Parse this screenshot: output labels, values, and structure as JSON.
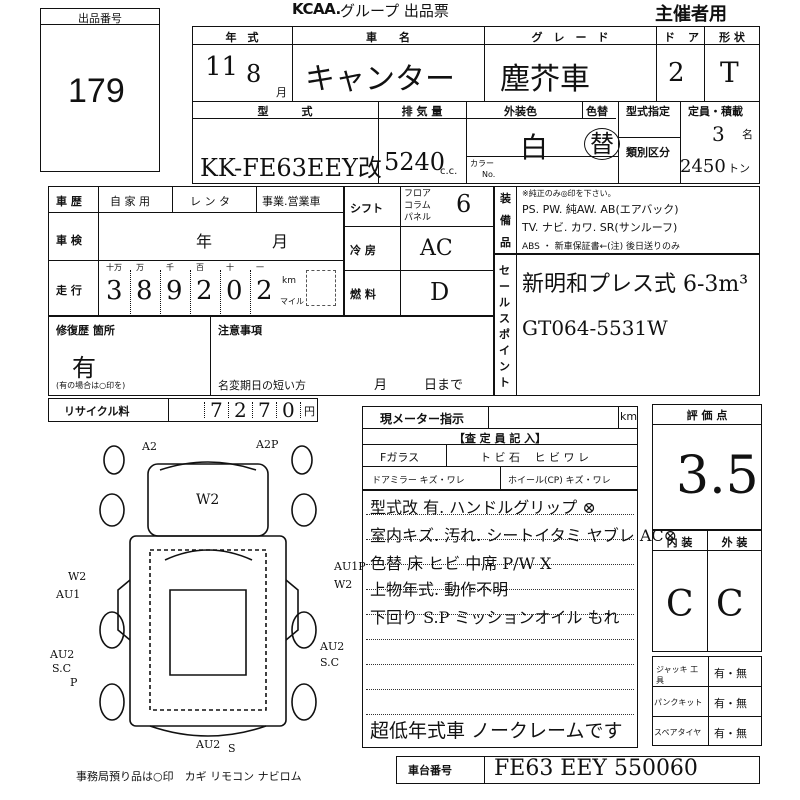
{
  "header": {
    "brand": "KCAA.",
    "subtitle": "グループ 出品票",
    "organizer": "主催者用"
  },
  "lot": {
    "label": "出品番号",
    "value": "179"
  },
  "vehicle": {
    "year_label": "年　式",
    "year_value": "11",
    "month_value": "8",
    "month_unit": "月",
    "name_label": "車　　名",
    "name_value": "キャンター",
    "grade_label": "グ　レ　ー　ド",
    "grade_value": "塵芥車",
    "doors_label": "ド",
    "doors_label2": "ア",
    "doors_value": "2",
    "shape_label": "形 状",
    "shape_value": "T",
    "model_label": "型　　　式",
    "model_value": "KK-FE63EEY改",
    "disp_label": "排 気 量",
    "disp_value": "5240",
    "disp_unit": "c.c.",
    "color_label": "外装色",
    "colorno_label": "色替",
    "color_value": "白",
    "color_change": "替",
    "color_code_label": "カラー",
    "color_code_label2": "No.",
    "type_designation_label": "型式指定",
    "class_label": "類別区分",
    "capacity_label": "定員・積載",
    "capacity_value": "3",
    "capacity_unit": "名",
    "load_value": "2450",
    "load_unit": "トン"
  },
  "history": {
    "label": "車 歴",
    "options": [
      "自 家 用",
      "レ ン タ",
      "事業.営業車"
    ],
    "inspection_label": "車 検",
    "inspection_year": "年",
    "inspection_month": "月",
    "mileage_label": "走 行",
    "mileage_units": [
      "十万",
      "万",
      "千",
      "百",
      "十",
      "一"
    ],
    "mileage_digits": [
      "3",
      "8",
      "9",
      "2",
      "0",
      "2"
    ],
    "km_label": "km",
    "mile_label": "マイル"
  },
  "equipment": {
    "shift_label": "シフト",
    "shift_options": [
      "フロア",
      "コラム",
      "パネル"
    ],
    "shift_value": "6",
    "ac_label": "冷 房",
    "ac_value": "AC",
    "fuel_label": "燃 料",
    "fuel_value": "D",
    "features_label": [
      "装",
      "備",
      "品"
    ],
    "features_note": "※純正のみ◎印を下さい。",
    "features_row1": "PS. PW. 純AW. AB(エアバック)",
    "features_row2": "TV. ナビ. カワ. SR(サンルーフ)",
    "features_row3": "ABS ・ 新車保証書←(注) 後日送りのみ"
  },
  "sales_point": {
    "label": [
      "セ",
      "ー",
      "ル",
      "ス",
      "ポ",
      "イ",
      "ン",
      "ト"
    ],
    "line1": "新明和プレス式 6-3m³",
    "line2": "GT064-5531W"
  },
  "repair": {
    "label": "修復歴 箇所",
    "value": "有",
    "note": "(有の場合は○印を)",
    "notes_label": "注意事項",
    "transfer_label": "名変期日の短い方",
    "transfer_month": "月",
    "transfer_day": "日まで"
  },
  "recycle": {
    "label": "リサイクル料",
    "digits": [
      "",
      "7",
      "2",
      "7",
      "0"
    ],
    "unit": "円"
  },
  "meter": {
    "label": "現メーター指示",
    "unit": "km",
    "inspector_label": "【査 定 員 記 入】",
    "fglass_label": "Fガラス",
    "fglass_opts": "ト ビ 石　 ヒ ビ ワ レ",
    "mirror_label": "ドアミラー キズ・ワレ",
    "wheel_label": "ホイール(CP) キズ・ワレ"
  },
  "notes": [
    "型式改 有. ハンドルグリップ ⊗",
    "室内キズ. 汚れ. シートイタミ ヤブレ AC⊗",
    "色替 床 ヒビ  中席 P/W X",
    "上物年式. 動作不明",
    "下回り S.P  ミッションオイル もれ",
    "超低年式車 ノークレームです"
  ],
  "score": {
    "label": "評 価 点",
    "value": "3.5",
    "interior_label": "内 装",
    "exterior_label": "外 装",
    "interior_value": "C",
    "exterior_value": "C"
  },
  "tools": {
    "jack_label": "ジャッキ 工 具",
    "puncture_label": "パンクキット",
    "spare_label": "スペアタイヤ",
    "opt": "有・無"
  },
  "chassis": {
    "label": "車台番号",
    "value": "FE63 EEY 550060"
  },
  "diagram_marks": [
    "A2",
    "A2P",
    "W2",
    "W2",
    "AU1",
    "AU1P",
    "W2",
    "AU2",
    "S.C",
    "P",
    "AU2",
    "S.C",
    "AU2",
    "S"
  ],
  "footer": {
    "office": "事務局預り品は○印　カギ リモコン ナビロム"
  }
}
